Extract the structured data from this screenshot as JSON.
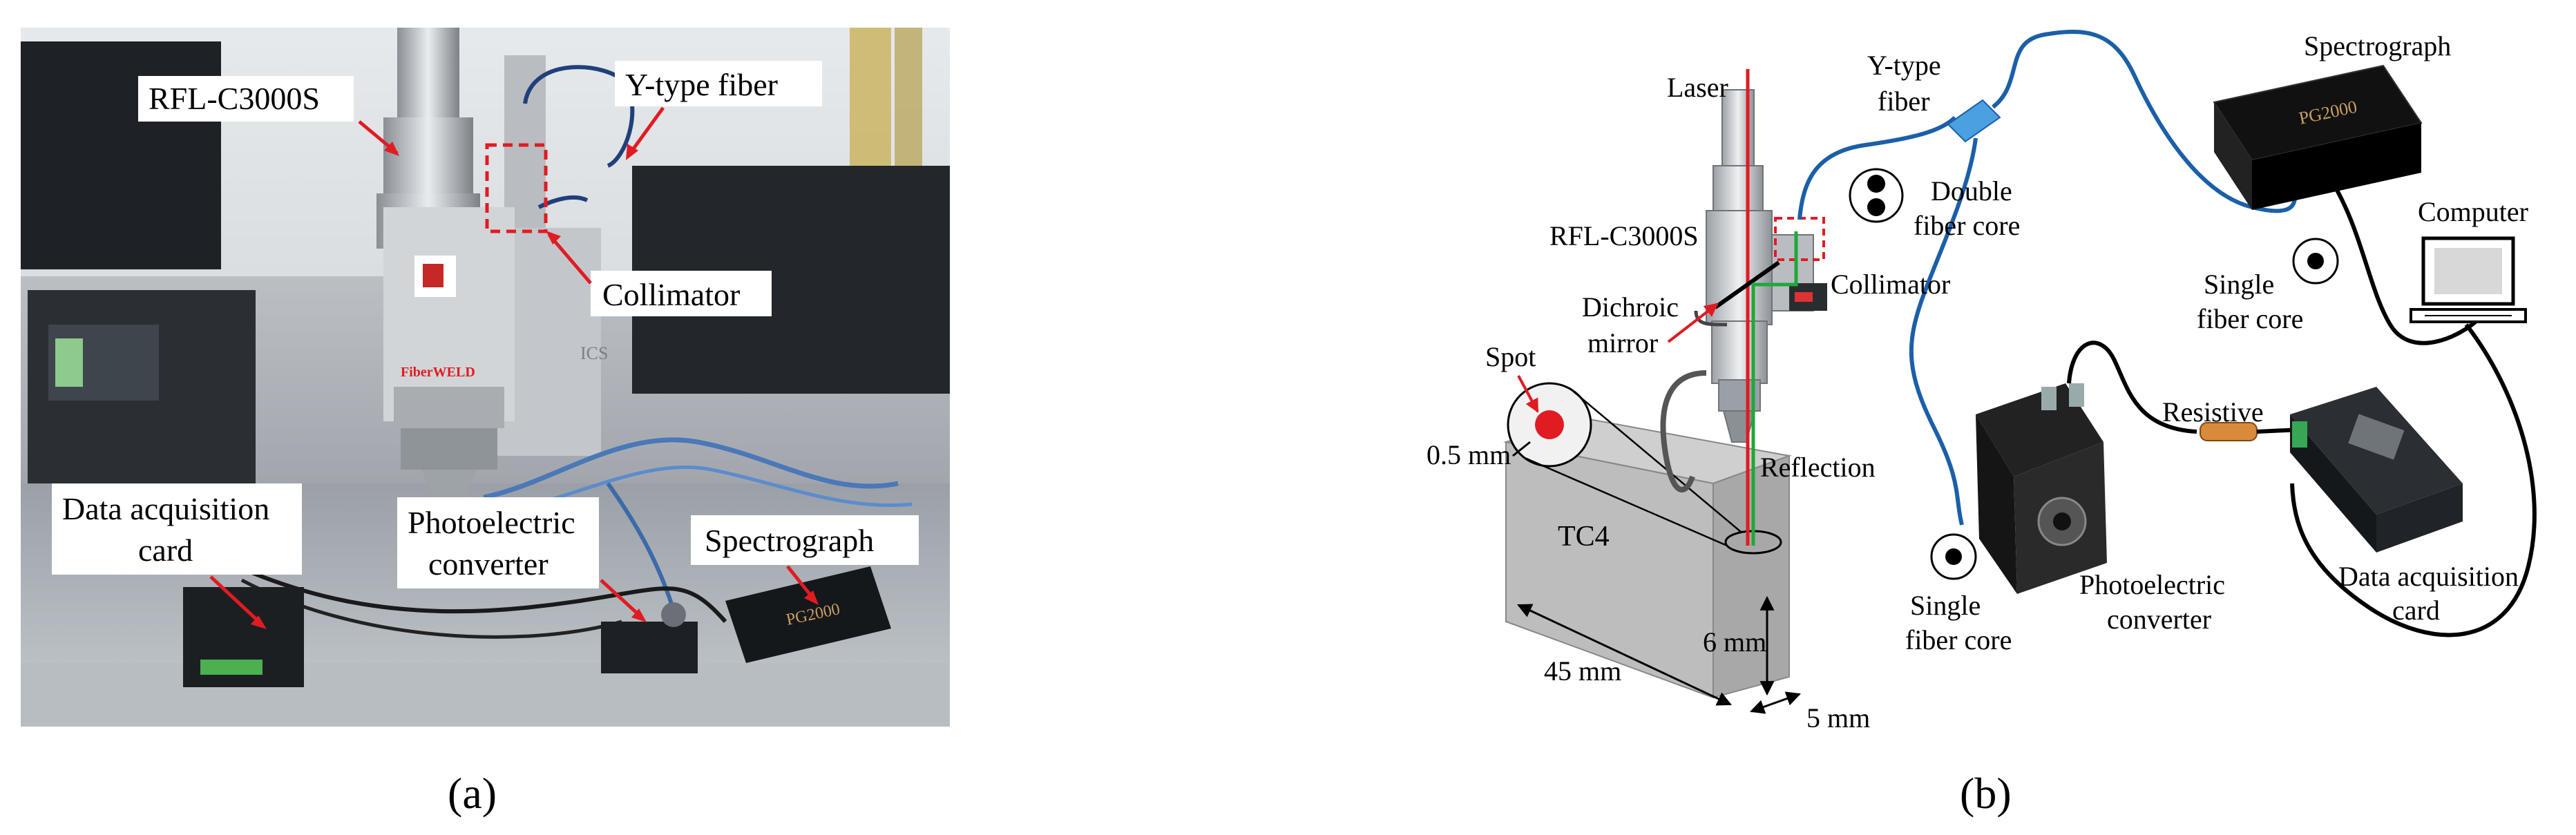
{
  "panel_a": {
    "caption": "(a)",
    "labels": {
      "laser_head": "RFL-C3000S",
      "y_fiber": "Y-type fiber",
      "collimator": "Collimator",
      "daq_line1": "Data acquisition",
      "daq_line2": "card",
      "photo_line1": "Photoelectric",
      "photo_line2": "converter",
      "spectrograph": "Spectrograph"
    },
    "device_text": {
      "brand": "PG2000",
      "plate": "ICS"
    }
  },
  "panel_b": {
    "caption": "(b)",
    "labels": {
      "laser": "Laser",
      "y_fiber_line1": "Y-type",
      "y_fiber_line2": "fiber",
      "double_core_line1": "Double",
      "double_core_line2": "fiber core",
      "spectrograph": "Spectrograph",
      "computer": "Computer",
      "laser_head": "RFL-C3000S",
      "collimator": "Collimator",
      "single_core_top_line1": "Single",
      "single_core_top_line2": "fiber core",
      "dichroic_line1": "Dichroic",
      "dichroic_line2": "mirror",
      "spot": "Spot",
      "spot_size": "0.5 mm",
      "reflection": "Reflection",
      "resistive": "Resistive",
      "workpiece": "TC4",
      "dim_height": "6 mm",
      "dim_length": "45 mm",
      "dim_width": "5 mm",
      "single_core_bottom_line1": "Single",
      "single_core_bottom_line2": "fiber core",
      "photo_line1": "Photoelectric",
      "photo_line2": "converter",
      "daq_line1": "Data acquisition",
      "daq_line2": "card"
    },
    "device_text": {
      "spectrograph_brand": "PG2000"
    }
  },
  "colors": {
    "laser_beam": "#e11b22",
    "reflection_beam": "#1fa83a",
    "fiber": "#1b5fa8",
    "annotation_red": "#e11b22",
    "photo_background": "#8f8f8f"
  }
}
